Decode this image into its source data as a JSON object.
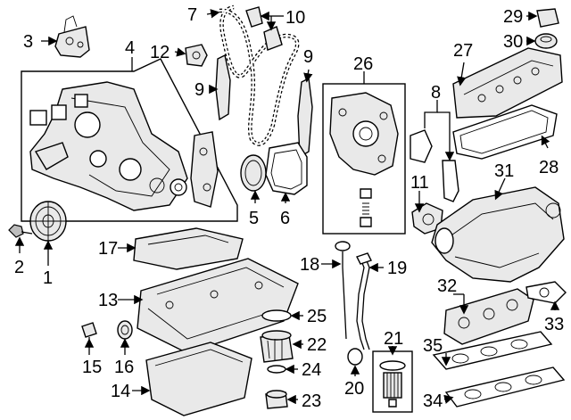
{
  "callouts": {
    "c1": "1",
    "c2": "2",
    "c3": "3",
    "c4": "4",
    "c5": "5",
    "c6": "6",
    "c7": "7",
    "c8": "8",
    "c9a": "9",
    "c9b": "9",
    "c10": "10",
    "c11": "11",
    "c12": "12",
    "c13": "13",
    "c14": "14",
    "c15": "15",
    "c16": "16",
    "c17": "17",
    "c18": "18",
    "c19": "19",
    "c20": "20",
    "c21": "21",
    "c22": "22",
    "c23": "23",
    "c24": "24",
    "c25": "25",
    "c26": "26",
    "c27": "27",
    "c28": "28",
    "c29": "29",
    "c30": "30",
    "c31": "31",
    "c32": "32",
    "c33": "33",
    "c34": "34",
    "c35": "35"
  }
}
